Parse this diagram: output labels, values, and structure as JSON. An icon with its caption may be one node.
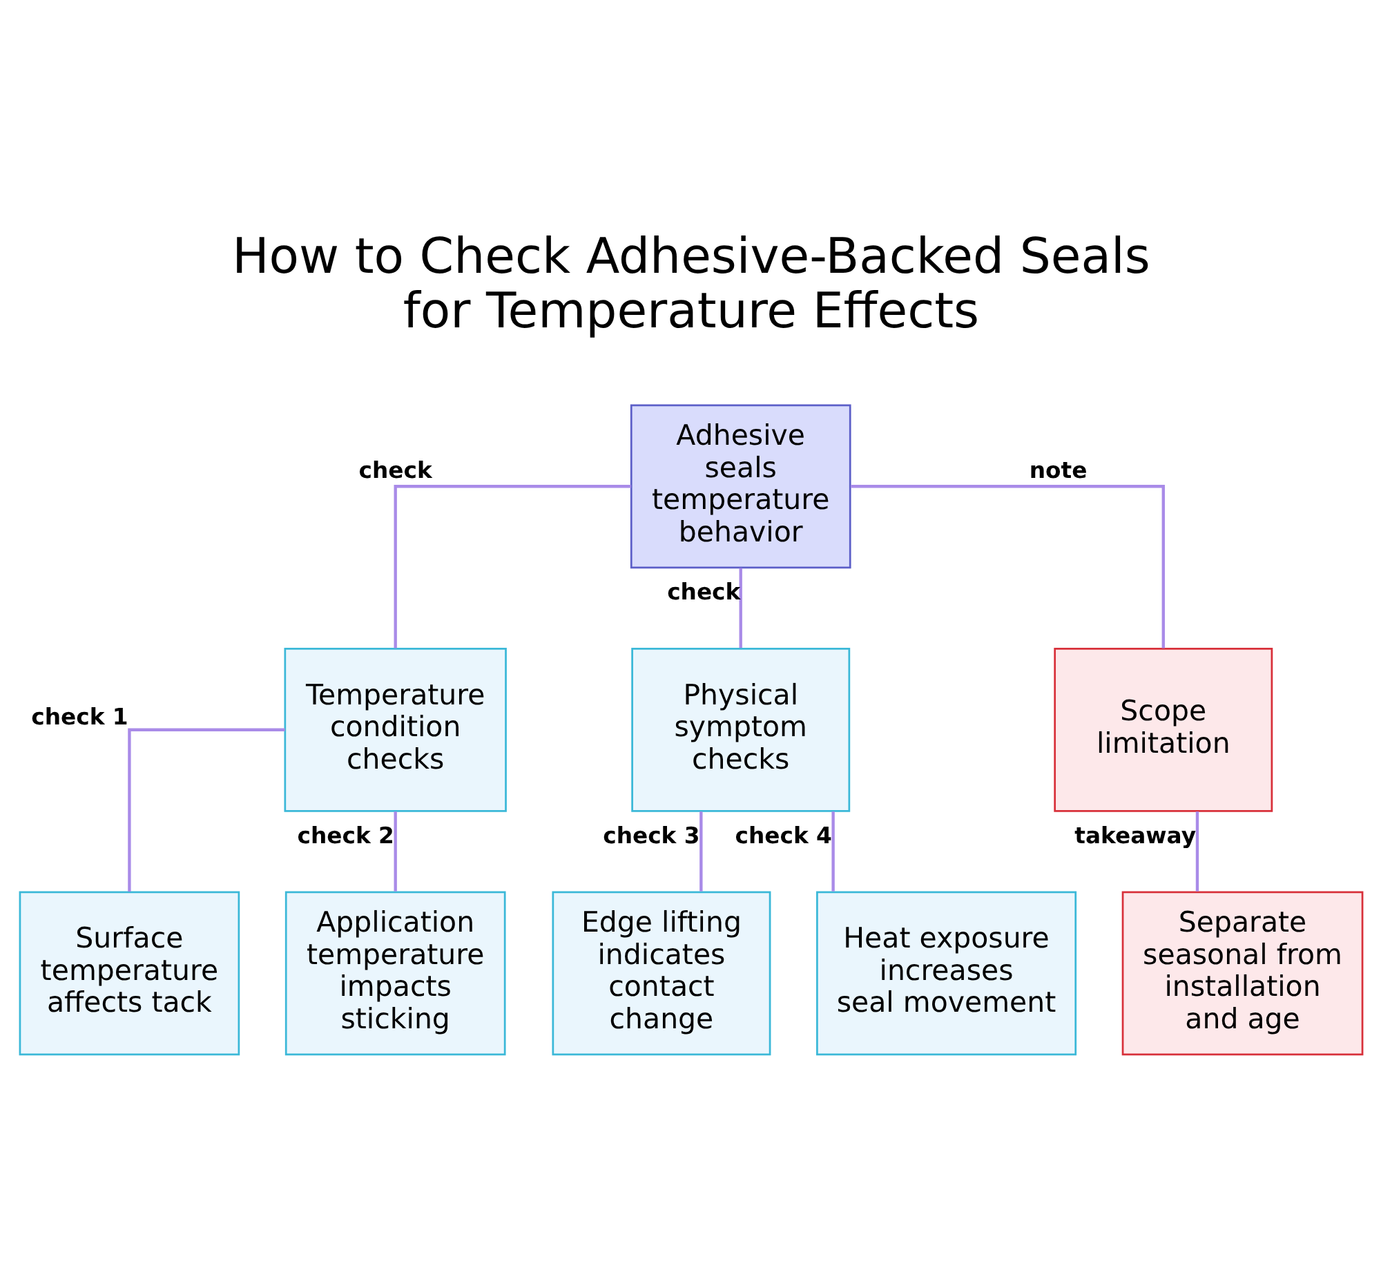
{
  "diagram": {
    "title": "How to Check Adhesive-Backed Seals for Temperature Effects",
    "nodes": [
      {
        "text": [
          "Adhesive seals temperature behavior"
        ]
      },
      {
        "text": [
          "Temperature condition checks"
        ]
      },
      {
        "text": [
          "Physical symptom checks"
        ]
      },
      {
        "text": [
          "Scope limitation"
        ]
      },
      {
        "text": [
          "Surface temperature affects tack"
        ]
      },
      {
        "text": [
          "Application temperature impacts sticking"
        ]
      },
      {
        "text": [
          "Edge lifting indicates contact change"
        ]
      },
      {
        "text": [
          "Heat exposure increases seal movement"
        ]
      },
      {
        "text": [
          "Separate seasonal from installation and age"
        ]
      }
    ],
    "edges": [
      {
        "from": 0,
        "to": 1,
        "arrow": "none",
        "label": "check"
      },
      {
        "from": 0,
        "to": 2,
        "arrow": "none",
        "label": "check"
      },
      {
        "from": 0,
        "to": 3,
        "arrow": "none",
        "label": "note"
      },
      {
        "from": 1,
        "to": 4,
        "arrow": "none",
        "label": "check 1"
      },
      {
        "from": 1,
        "to": 5,
        "arrow": "none",
        "label": "check 2"
      },
      {
        "from": 2,
        "to": 6,
        "arrow": "none",
        "label": "check 3"
      },
      {
        "from": 2,
        "to": 7,
        "arrow": "none",
        "label": "check 4"
      },
      {
        "from": 3,
        "to": 8,
        "arrow": "none",
        "label": "takeaway"
      }
    ]
  }
}
